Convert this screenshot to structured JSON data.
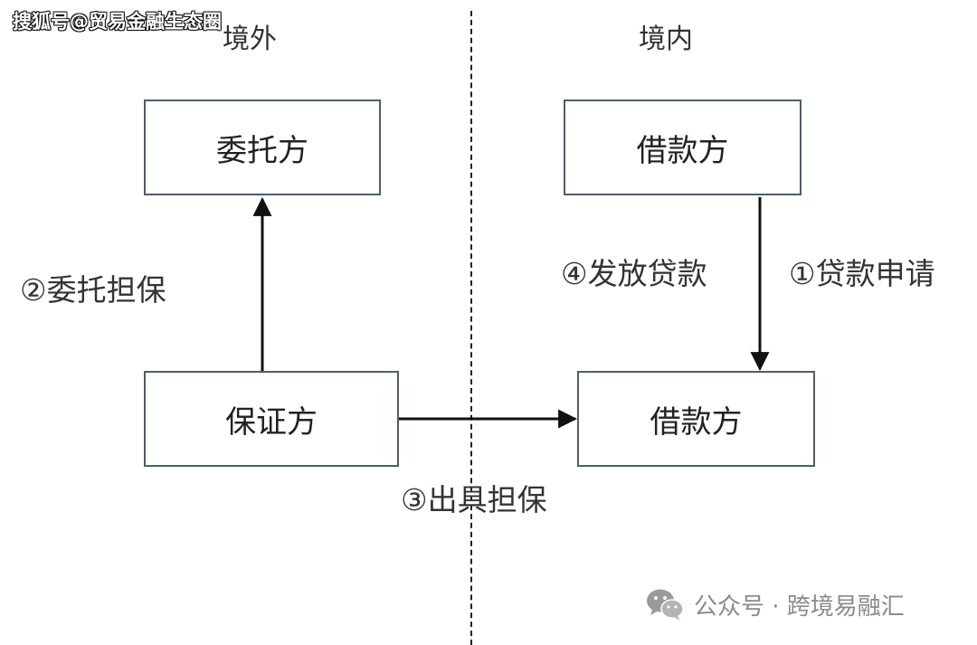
{
  "watermark_top": "搜狐号@贸易金融生态圈",
  "regions": {
    "offshore": "境外",
    "onshore": "境内"
  },
  "boxes": {
    "entrusting_party": "委托方",
    "borrower_top": "借款方",
    "guarantor": "保证方",
    "borrower_bottom": "借款方"
  },
  "steps": {
    "step1": "①贷款申请",
    "step2": "②委托担保",
    "step3": "③出具担保",
    "step4": "④发放贷款"
  },
  "watermark_bottom": {
    "icon": "wechat-icon",
    "text": "公众号 · 跨境易融汇"
  }
}
